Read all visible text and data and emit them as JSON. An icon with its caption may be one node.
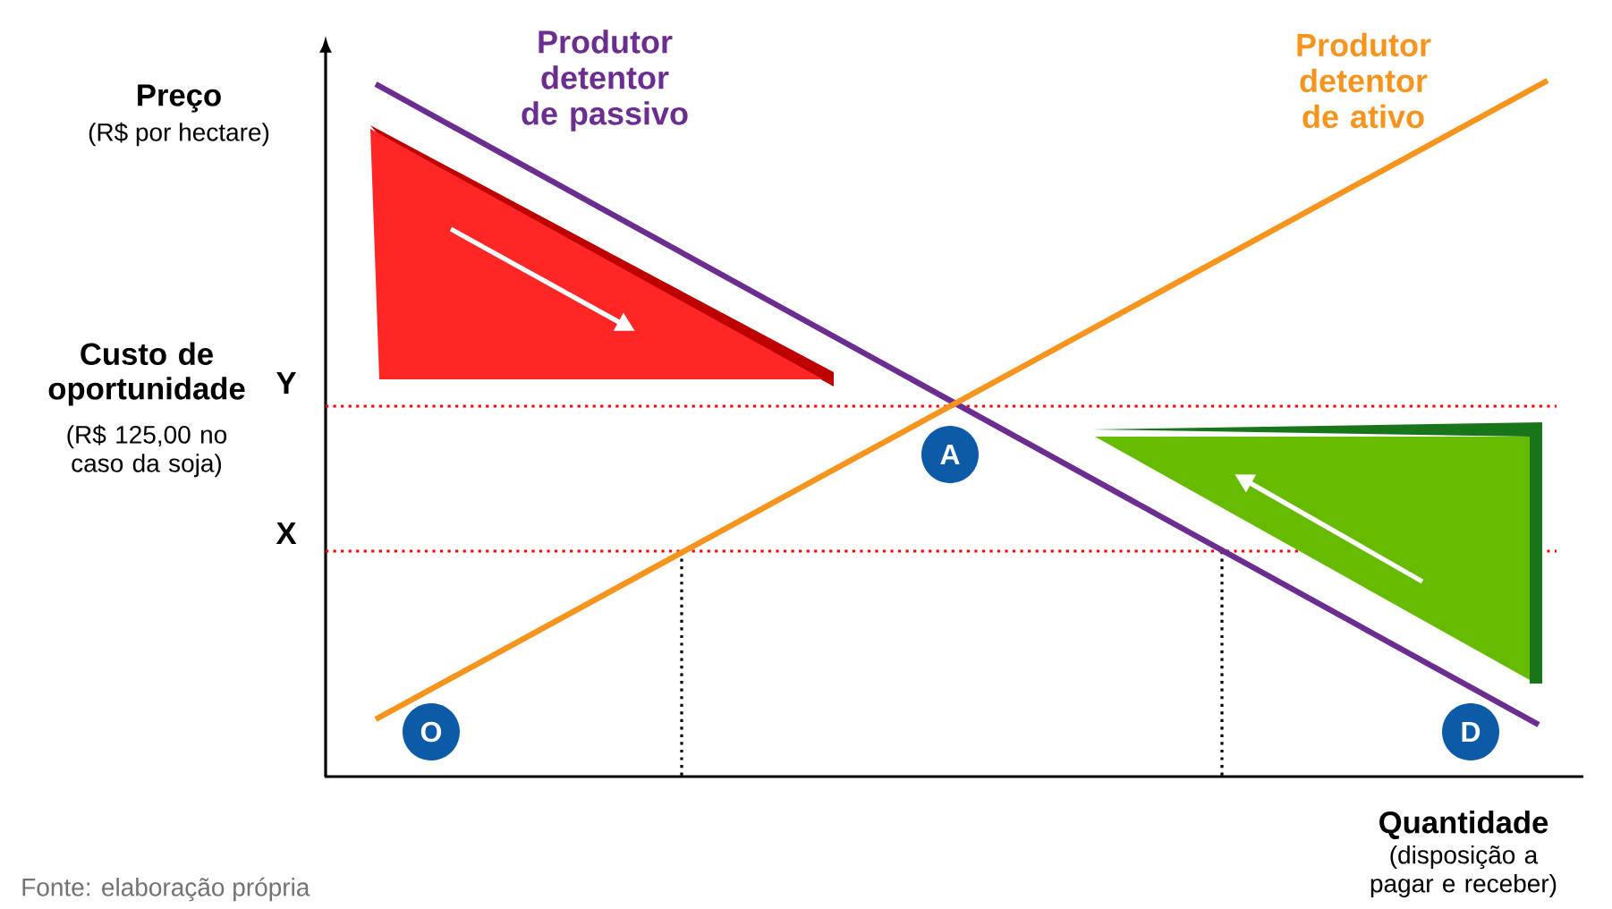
{
  "diagram": {
    "nodes": [
      {
        "text": [
          "A"
        ]
      },
      {
        "text": [
          "O"
        ]
      },
      {
        "text": [
          "D"
        ]
      }
    ],
    "labels": [
      "Produtor detentor de passivo",
      "Produtor detentor de ativo",
      "Preço",
      "(R$ por hectare)",
      "Custo de oportunidade",
      "(R$ 125,00 no caso da soja)",
      "Y",
      "X",
      "Quantidade",
      "(disposição a pagar e receber)",
      "Fonte: elaboração própria"
    ]
  }
}
